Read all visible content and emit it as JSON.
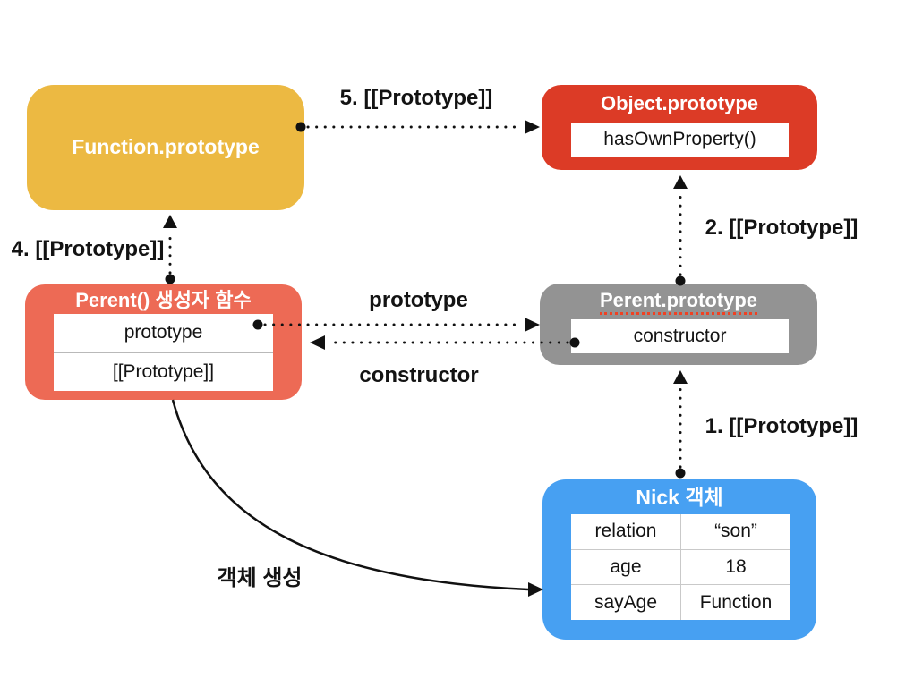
{
  "diagram_title": "JavaScript prototype chain diagram",
  "nodes": {
    "function_prototype": {
      "title": "Function.prototype",
      "color": "#ECB942"
    },
    "object_prototype": {
      "title": "Object.prototype",
      "color": "#DC3B26",
      "members": [
        "hasOwnProperty()"
      ]
    },
    "parent_constructor": {
      "title": "Perent() 생성자 함수",
      "color": "#ED6A55",
      "members": [
        "prototype",
        "[[Prototype]]"
      ]
    },
    "parent_prototype": {
      "title": "Perent.prototype",
      "color": "#939393",
      "members": [
        "constructor"
      ]
    },
    "nick": {
      "title": "Nick 객체",
      "color": "#47A0F2",
      "table": [
        {
          "key": "relation",
          "value": "“son”"
        },
        {
          "key": "age",
          "value": "18"
        },
        {
          "key": "sayAge",
          "value": "Function"
        }
      ]
    }
  },
  "edges": {
    "step5": {
      "label": "5. [[Prototype]]",
      "style": "dotted",
      "from": "function_prototype",
      "to": "object_prototype"
    },
    "step4": {
      "label": "4. [[Prototype]]",
      "style": "dotted",
      "from": "parent_constructor",
      "to": "function_prototype"
    },
    "step2": {
      "label": "2. [[Prototype]]",
      "style": "dotted",
      "from": "parent_prototype",
      "to": "object_prototype"
    },
    "step1": {
      "label": "1. [[Prototype]]",
      "style": "dotted",
      "from": "nick",
      "to": "parent_prototype"
    },
    "prototype": {
      "label": "prototype",
      "style": "dotted",
      "from": "parent_constructor",
      "to": "parent_prototype"
    },
    "constructor": {
      "label": "constructor",
      "style": "dotted",
      "from": "parent_prototype",
      "to": "parent_constructor"
    },
    "create": {
      "label": "객체 생성",
      "style": "solid",
      "from": "parent_constructor",
      "to": "nick"
    }
  },
  "colors": {
    "arrow": "#111111",
    "spellcheck_underline": "#EF4123",
    "table_grid": "#C9C9C9",
    "background": "#FFFFFF"
  }
}
